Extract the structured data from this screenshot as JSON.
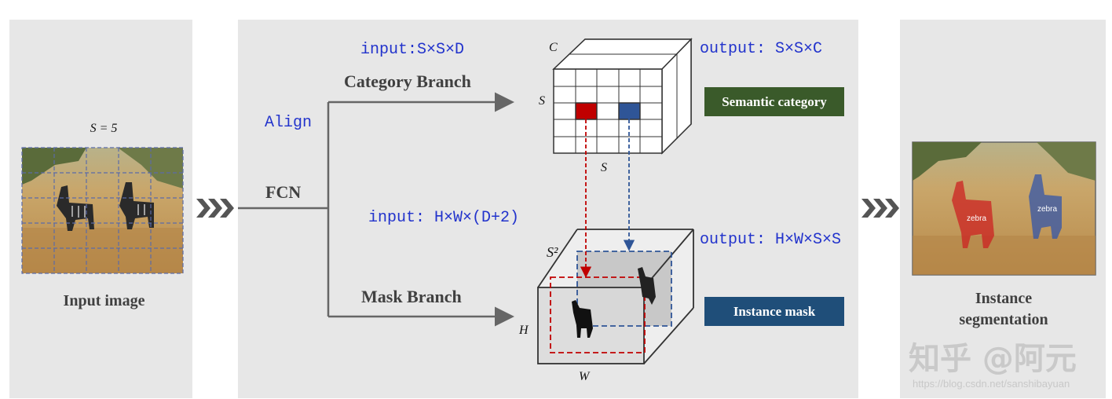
{
  "left": {
    "s_label": "S = 5",
    "caption": "Input image"
  },
  "middle": {
    "category_input": "input:S×S×D",
    "category_branch": "Category Branch",
    "align": "Align",
    "fcn": "FCN",
    "mask_input": "input: H×W×(D+2)",
    "mask_branch": "Mask Branch",
    "category_output": "output: S×S×C",
    "mask_output": "output: H×W×S×S",
    "grid_c": "C",
    "grid_s_left": "S",
    "grid_s_bottom": "S",
    "cube_s2": "S²",
    "cube_h": "H",
    "cube_w": "W",
    "semantic_badge": "Semantic category",
    "instance_badge": "Instance mask"
  },
  "right": {
    "caption_line1": "Instance",
    "caption_line2": "segmentation",
    "label_zebra_1": "zebra",
    "label_zebra_2": "zebra"
  },
  "watermark": {
    "text": "知乎 @阿元",
    "url": "https://blog.csdn.net/sanshibayuan"
  },
  "colors": {
    "panel_bg": "#e7e7e7",
    "semantic_green": "#3a5a2a",
    "instance_blue": "#1f4e79",
    "red_cell": "#c00000",
    "blue_cell": "#2f5597",
    "mono_blue": "#2233cc"
  }
}
